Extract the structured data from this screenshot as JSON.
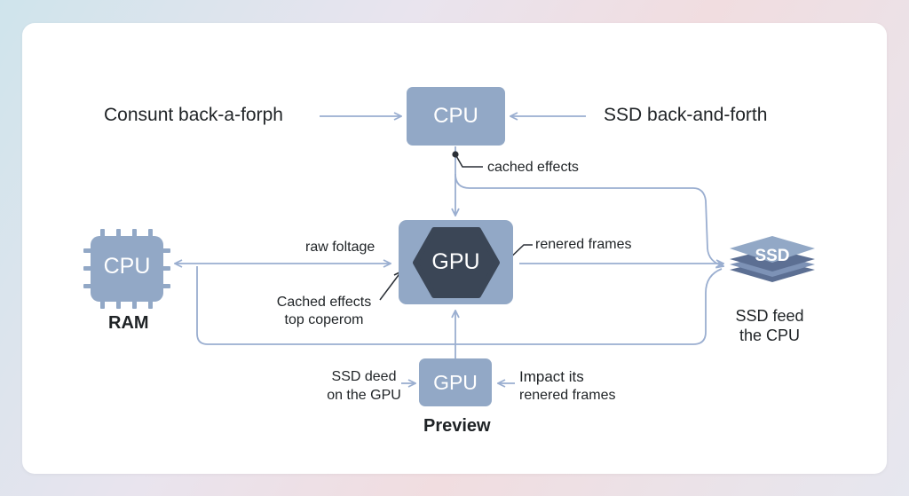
{
  "top": {
    "left_label": "Consunt back-a-forph",
    "cpu_label": "CPU",
    "right_label": "SSD back-and-forth"
  },
  "annotations": {
    "cached_effects": "cached effects",
    "raw_voltage": "raw foltage",
    "rendered_frames": "renered frames",
    "cached_effects_top_1": "Cached effects",
    "cached_effects_top_2": "top coperom",
    "ssd_deed_1": "SSD deed",
    "ssd_deed_2": "on the GPU",
    "impact_1": "Impact its",
    "impact_2": "renered frames"
  },
  "left": {
    "chip_label": "CPU",
    "caption": "RAM"
  },
  "center": {
    "gpu_label": "GPU"
  },
  "right": {
    "ssd_label": "SSD",
    "caption_1": "SSD feed",
    "caption_2": "the CPU"
  },
  "bottom": {
    "gpu_label": "GPU",
    "caption": "Preview"
  },
  "colors": {
    "node_fill": "#92a8c6",
    "hex_fill": "#3b4656",
    "arrow": "#9aaed0",
    "ssd_dark": "#5c6f93"
  }
}
